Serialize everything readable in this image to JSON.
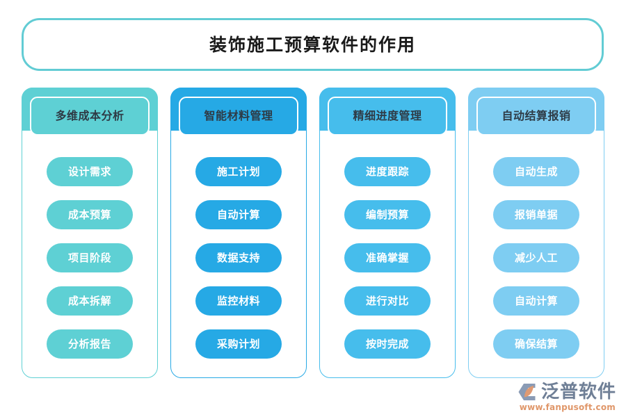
{
  "title": {
    "text": "装饰施工预算软件的作用"
  },
  "colors": {
    "title_border": "#62ccd4",
    "column_1": "#5ed0d4",
    "column_2": "#26a9e5",
    "column_3": "#46bdec",
    "column_4": "#7ecdf2",
    "title_text": "#1a1a1a",
    "header_text": "#2e3b46",
    "pill_text": "#ffffff",
    "logo_name": "#6f7f96",
    "logo_url": "#e0976a",
    "logo_mark_blue": "#8a9bb5",
    "logo_mark_orange": "#e09a72"
  },
  "columns": [
    {
      "header": "多维成本分析",
      "accent": "#5ed0d4",
      "items": [
        "设计需求",
        "成本预算",
        "项目阶段",
        "成本拆解",
        "分析报告"
      ]
    },
    {
      "header": "智能材料管理",
      "accent": "#26a9e5",
      "items": [
        "施工计划",
        "自动计算",
        "数据支持",
        "监控材料",
        "采购计划"
      ]
    },
    {
      "header": "精细进度管理",
      "accent": "#46bdec",
      "items": [
        "进度跟踪",
        "编制预算",
        "准确掌握",
        "进行对比",
        "按时完成"
      ]
    },
    {
      "header": "自动结算报销",
      "accent": "#7ecdf2",
      "items": [
        "自动生成",
        "报销单据",
        "减少人工",
        "自动计算",
        "确保结算"
      ]
    }
  ],
  "logo": {
    "mark_icon": "fanpu-hexagon-icon",
    "name": "泛普软件",
    "url": "www.fanpusoft.com"
  }
}
